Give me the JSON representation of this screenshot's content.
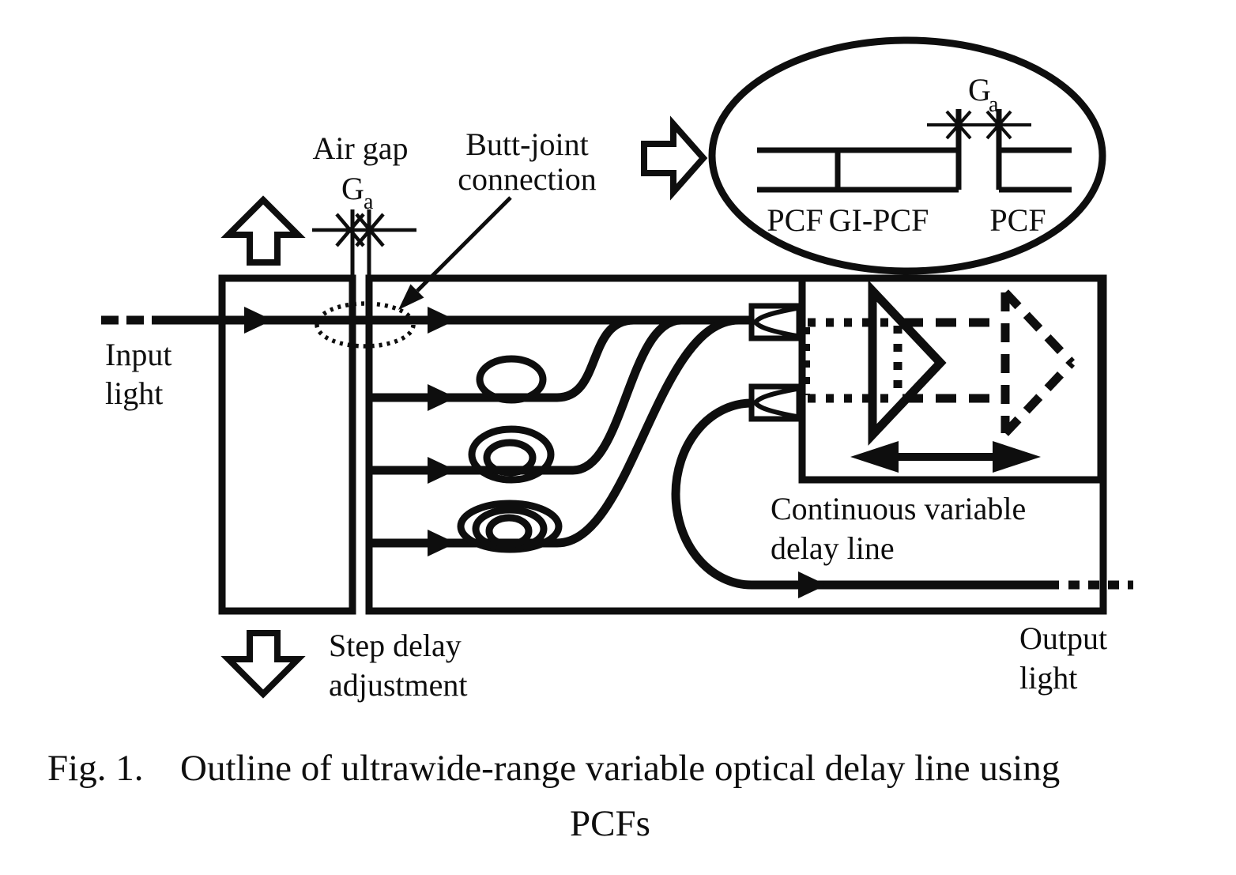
{
  "colors": {
    "ink": "#0e0e0e",
    "background": "#ffffff"
  },
  "labels": {
    "air_gap": "Air gap",
    "gap_symbol": "G",
    "gap_symbol_sub": "a",
    "butt_joint_line1": "Butt-joint",
    "butt_joint_line2": "connection",
    "input_line1": "Input",
    "input_line2": "light",
    "step_delay_line1": "Step delay",
    "step_delay_line2": "adjustment",
    "continuous_line1": "Continuous variable",
    "continuous_line2": "delay line",
    "output_line1": "Output",
    "output_line2": "light"
  },
  "inset": {
    "gap_symbol": "G",
    "gap_symbol_sub": "a",
    "fiber_left": "PCF",
    "fiber_mid": "GI-PCF",
    "fiber_right": "PCF"
  },
  "caption": {
    "figure_label": "Fig. 1.",
    "line1": "Outline of ultrawide-range variable optical delay line using",
    "line2": "PCFs"
  }
}
